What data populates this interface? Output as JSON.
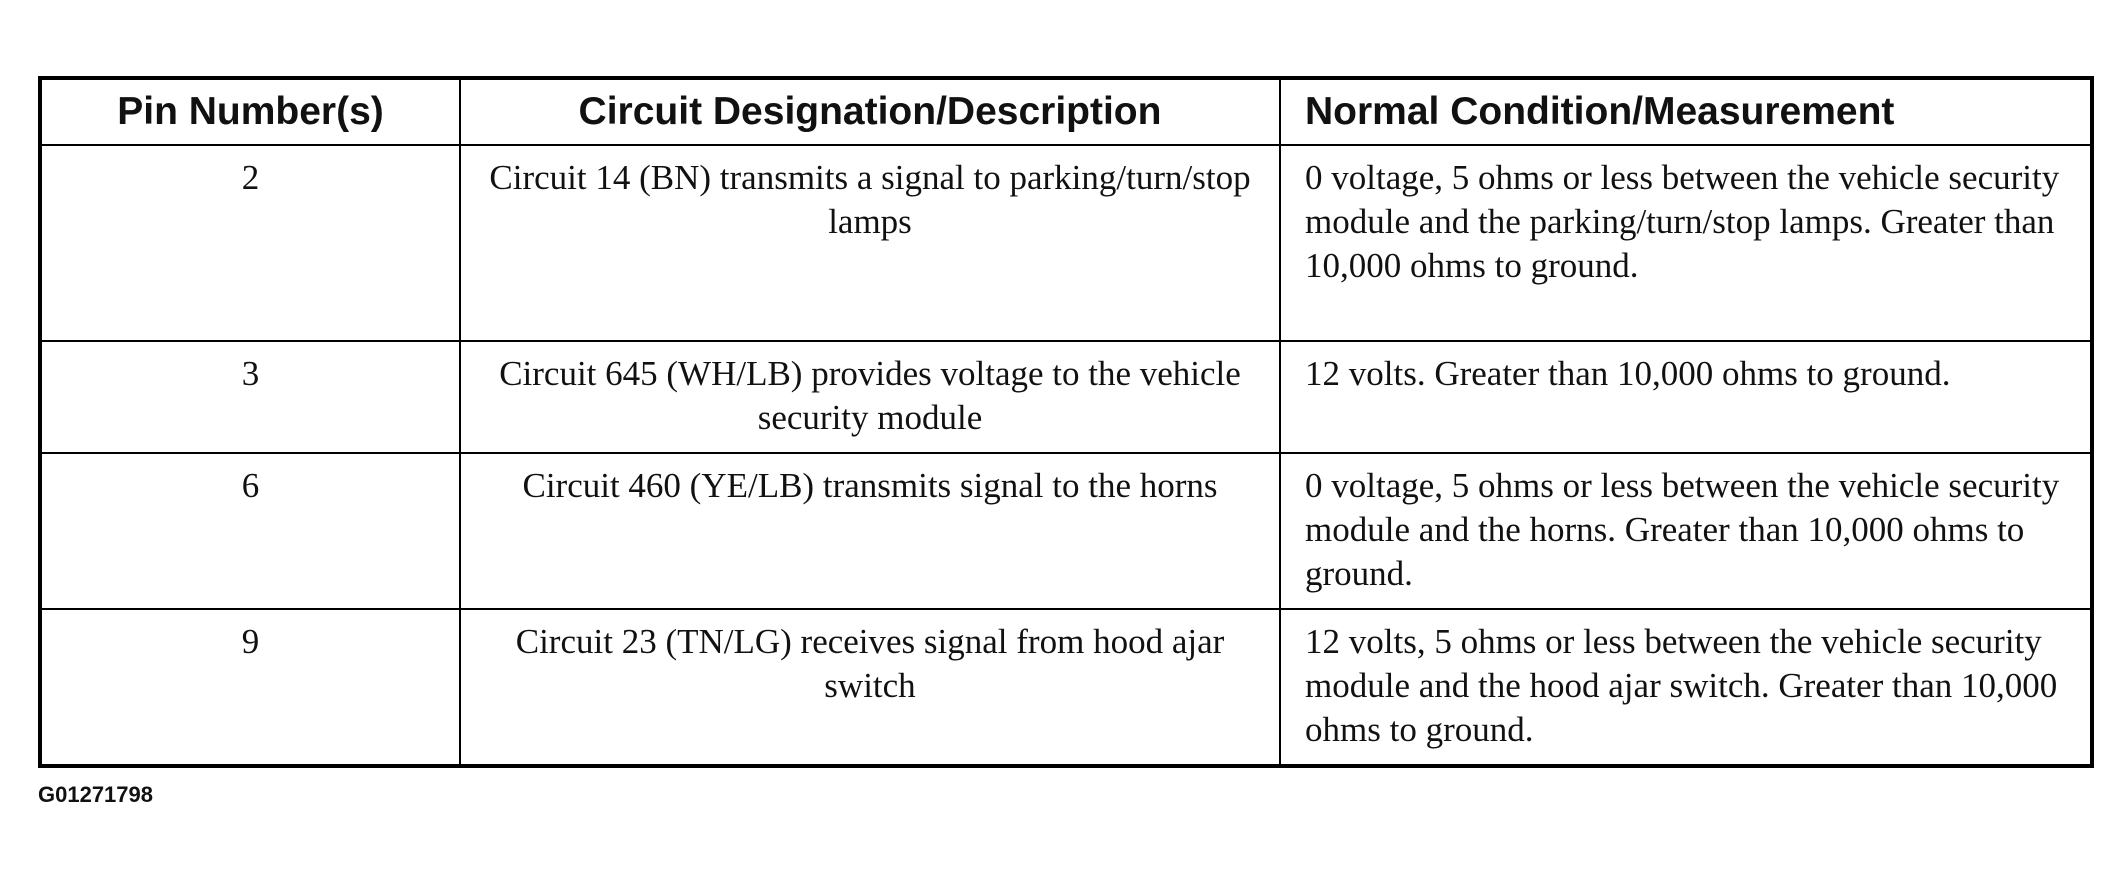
{
  "table": {
    "headers": [
      "Pin Number(s)",
      "Circuit Designation/Description",
      "Normal Condition/Measurement"
    ],
    "rows": [
      {
        "pin": "2",
        "description": "Circuit 14 (BN) transmits a signal to parking/turn/stop lamps",
        "measurement": "0 voltage, 5 ohms or less between the vehicle security module and the parking/turn/stop lamps. Greater than 10,000 ohms to ground."
      },
      {
        "pin": "3",
        "description": "Circuit 645 (WH/LB) provides voltage to the vehicle security module",
        "measurement": "12 volts. Greater than 10,000 ohms to ground."
      },
      {
        "pin": "6",
        "description": "Circuit 460 (YE/LB) transmits signal to the horns",
        "measurement": "0 voltage, 5 ohms or less between the vehicle security module and the horns. Greater than 10,000 ohms to ground."
      },
      {
        "pin": "9",
        "description": "Circuit 23 (TN/LG) receives signal from hood ajar switch",
        "measurement": "12 volts, 5 ohms or less between the vehicle security module and the hood ajar switch. Greater than 10,000 ohms to ground."
      }
    ]
  },
  "figure_id": "G01271798"
}
